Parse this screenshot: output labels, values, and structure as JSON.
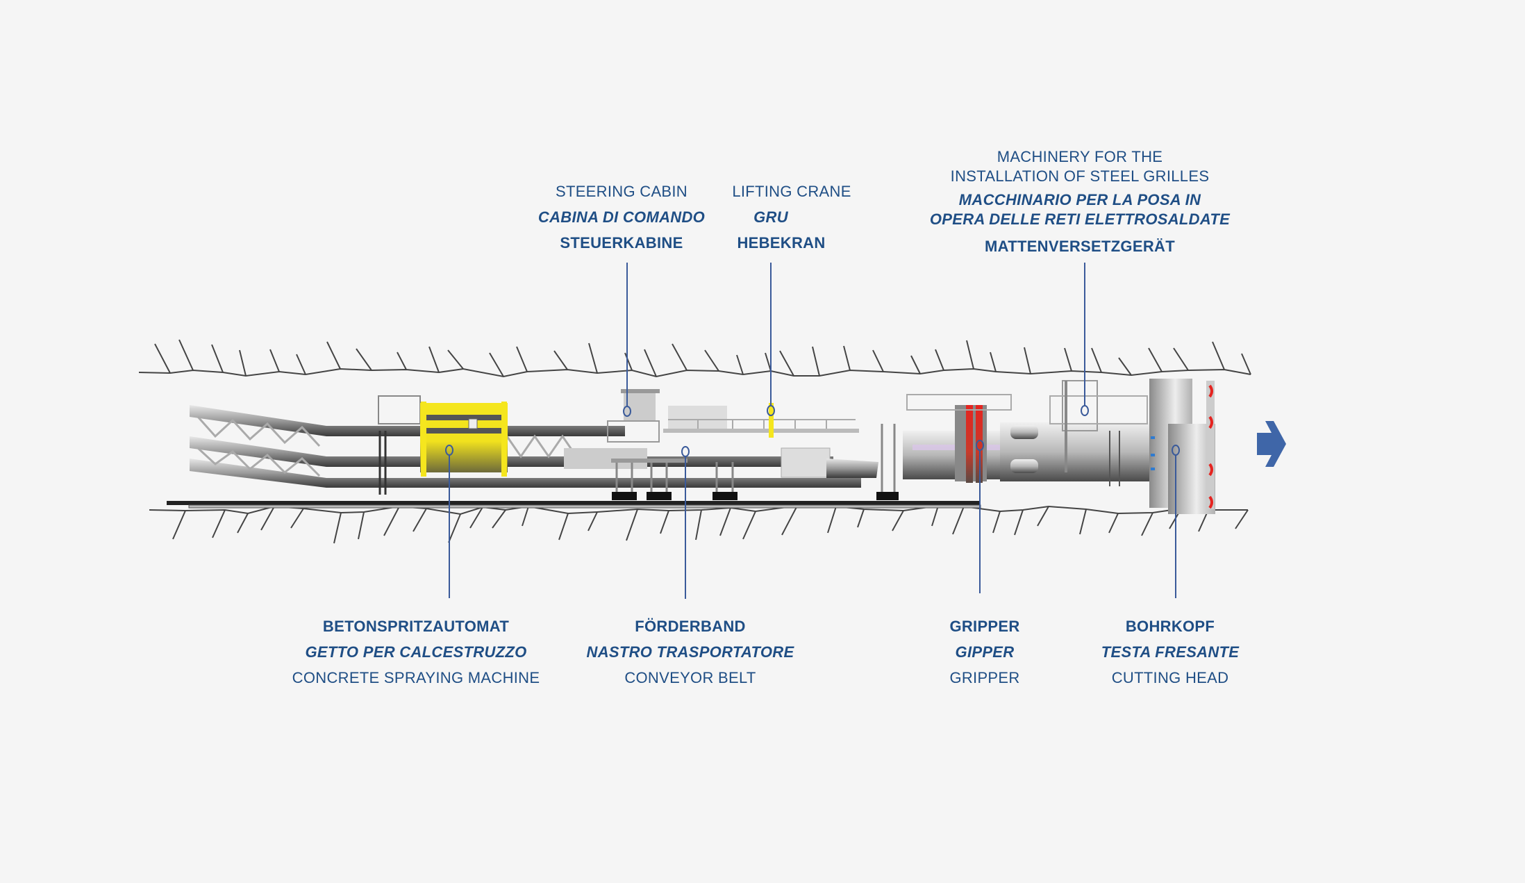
{
  "colors": {
    "label": "#1f4e85",
    "leader": "#3a5a9a",
    "arrow": "#3f66a8",
    "spray": "#f5e61e",
    "gripper": "#e52420"
  },
  "labels": {
    "steering_cabin": {
      "en": "STEERING CABIN",
      "it": "CABINA DI COMANDO",
      "de": "STEUERKABINE"
    },
    "lifting_crane": {
      "en": "LIFTING CRANE",
      "it": "GRU",
      "de": "HEBEKRAN"
    },
    "grille_machinery": {
      "en_1": "MACHINERY FOR THE",
      "en_2": "INSTALLATION OF STEEL GRILLES",
      "it_1": "MACCHINARIO PER LA POSA IN",
      "it_2": "OPERA DELLE RETI ELETTROSALDATE",
      "de": "MATTENVERSETZGERÄT"
    },
    "concrete_spraying": {
      "de": "BETONSPRITZAUTOMAT",
      "it": "GETTO PER CALCESTRUZZO",
      "en": "CONCRETE SPRAYING MACHINE"
    },
    "conveyor_belt": {
      "de": "FÖRDERBAND",
      "it": "NASTRO TRASPORTATORE",
      "en": "CONVEYOR BELT"
    },
    "gripper": {
      "de": "GRIPPER",
      "it": "GIPPER",
      "en": "GRIPPER"
    },
    "cutting_head": {
      "de": "BOHRKOPF",
      "it": "TESTA FRESANTE",
      "en": "CUTTING HEAD"
    }
  },
  "icons": {
    "direction": "chevron-right-arrow"
  }
}
